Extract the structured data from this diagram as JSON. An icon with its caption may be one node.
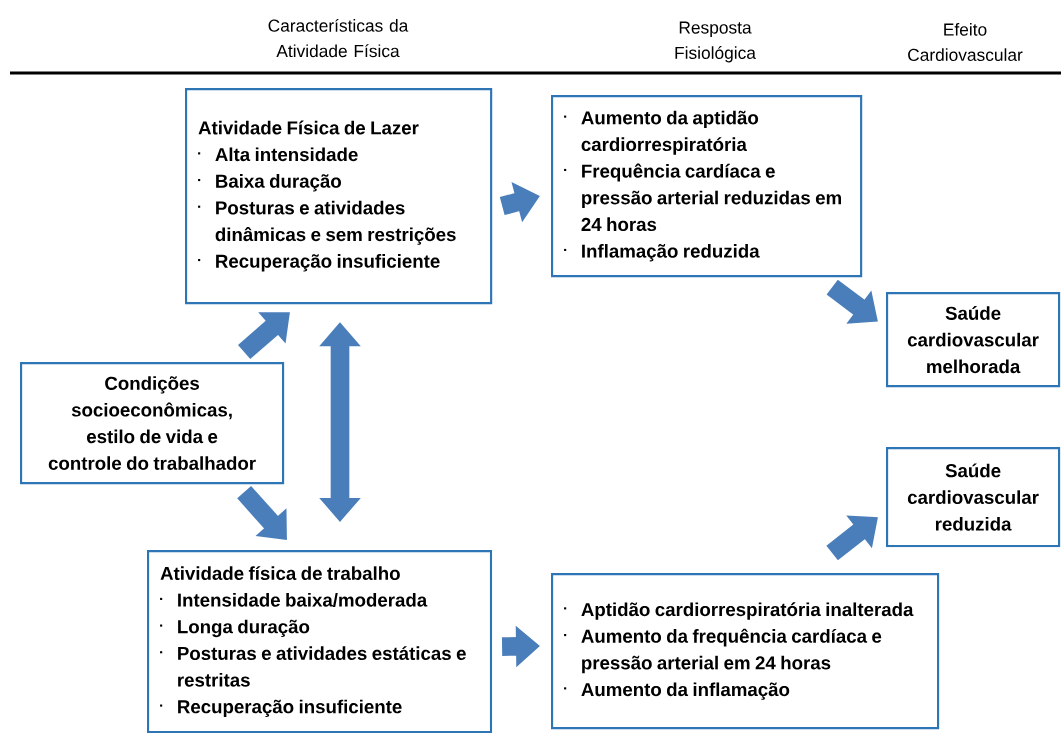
{
  "diagram": {
    "nodes": [
      {
        "text": [
          "Atividade Física de Lazer",
          "Alta intensidade",
          "Baixa duração",
          "Posturas e atividades dinâmicas e sem restrições",
          "Recuperação insuficiente"
        ]
      },
      {
        "text": [
          "Aumento da aptidão cardiorrespiratória",
          "Frequência cardíaca e pressão arterial reduzidas em 24 horas",
          "Inflamação reduzida"
        ]
      },
      {
        "text": [
          "Saúde cardiovascular melhorada"
        ]
      },
      {
        "text": [
          "Condições socioeconômicas, estilo de vida e controle do trabalhador"
        ]
      },
      {
        "text": [
          "Saúde cardiovascular reduzida"
        ]
      },
      {
        "text": [
          "Atividade física de trabalho",
          "Intensidade baixa/moderada",
          "Longa duração",
          "Posturas e atividades estáticas e restritas",
          "Recuperação insuficiente"
        ]
      },
      {
        "text": [
          "Aptidão cardiorrespiratória inalterada",
          "Aumento da frequência cardíaca e pressão arterial em 24 horas",
          "Aumento da inflamação"
        ]
      }
    ],
    "edges": [
      {
        "from": 0,
        "to": 1,
        "arrow": "to"
      },
      {
        "from": 1,
        "to": 2,
        "arrow": "to"
      },
      {
        "from": 3,
        "to": 0,
        "arrow": "to"
      },
      {
        "from": 3,
        "to": 5,
        "arrow": "to"
      },
      {
        "from": 0,
        "to": 5,
        "arrow": "both"
      },
      {
        "from": 5,
        "to": 6,
        "arrow": "to"
      },
      {
        "from": 6,
        "to": 4,
        "arrow": "to"
      }
    ],
    "labels": [
      "Características da Atividade Física",
      "Resposta Fisiológica",
      "Efeito Cardiovascular"
    ]
  }
}
